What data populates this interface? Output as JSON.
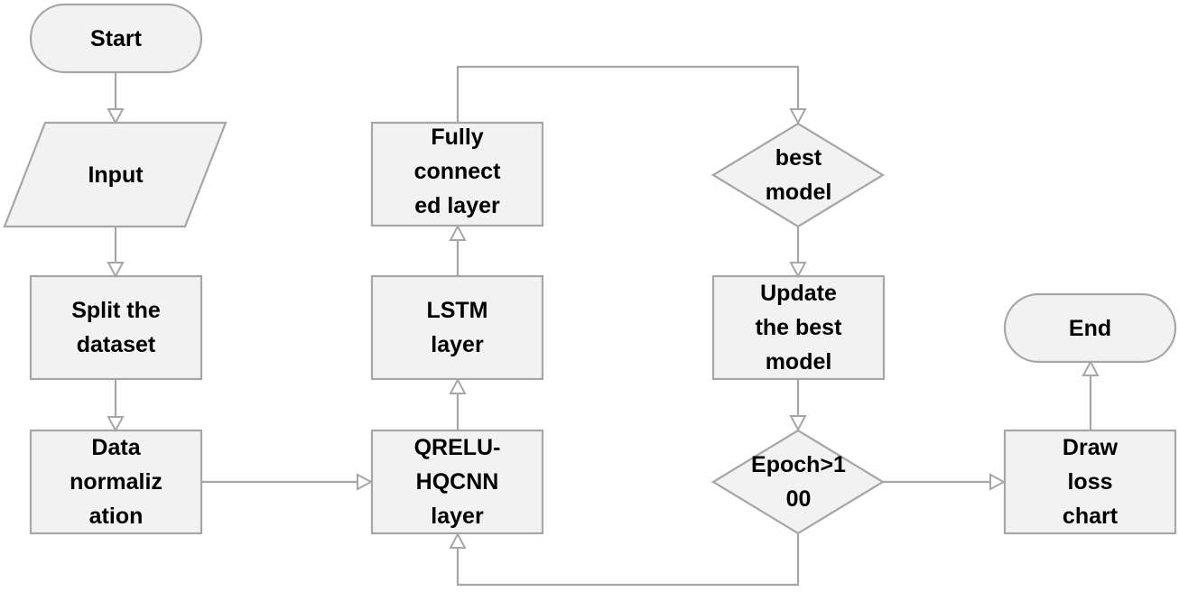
{
  "colors": {
    "fill": "#f2f2f2",
    "stroke": "#a6a6a6",
    "text": "#000000"
  },
  "nodes": {
    "start": [
      "Start"
    ],
    "input": [
      "Input"
    ],
    "split": [
      "Split the",
      "dataset"
    ],
    "normalize": [
      "Data",
      "normaliz",
      "ation"
    ],
    "qrelu": [
      "QRELU-",
      "HQCNN",
      "layer"
    ],
    "lstm": [
      "LSTM",
      "layer"
    ],
    "fc": [
      "Fully",
      "connect",
      "ed layer"
    ],
    "best": [
      "best",
      "model"
    ],
    "update": [
      "Update",
      "the best",
      "model"
    ],
    "epoch": [
      "Epoch>1",
      "00"
    ],
    "loss": [
      "Draw",
      "loss",
      "chart"
    ],
    "end": [
      "End"
    ]
  }
}
